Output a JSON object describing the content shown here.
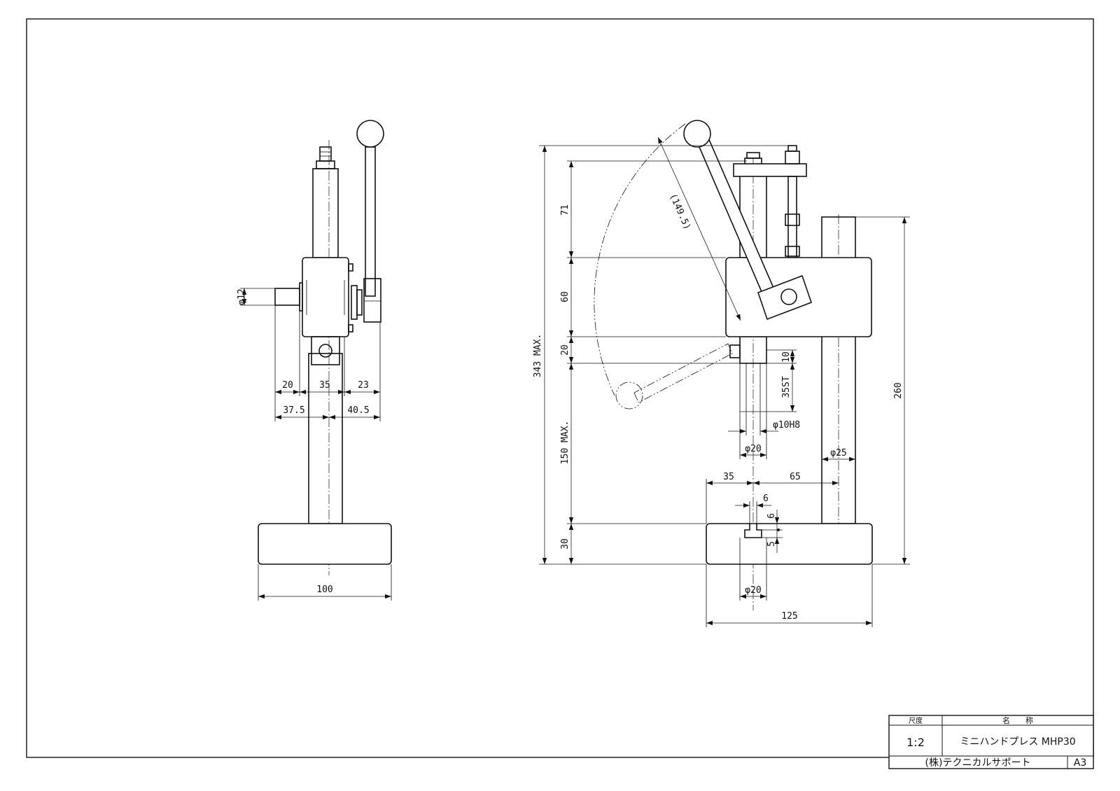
{
  "drawing": {
    "side_view": {
      "dims": {
        "d_shaft": "φ12",
        "w_left": "20",
        "w_mid": "35",
        "w_right": "23",
        "w_left_total": "37.5",
        "w_right_total": "40.5",
        "base_width": "100"
      }
    },
    "front_view": {
      "dims": {
        "h_total": "343  MAX.",
        "h_top": "71",
        "h_block": "60",
        "h_gap": "20",
        "h_stroke_range": "150 MAX.",
        "h_base": "30",
        "h_column": "260",
        "lever_radius": "(149.5)",
        "d_10": "10",
        "stroke": "35ST",
        "d_ram_bore": "φ10H8",
        "d_ram": "φ20",
        "d_column": "φ25",
        "off_left": "35",
        "off_right": "65",
        "slot_w": "6",
        "slot_h1": "6",
        "slot_h2": "5",
        "d_base_hole": "φ20",
        "base_width": "125"
      }
    }
  },
  "title_block": {
    "scale_label": "尺度",
    "name_label": "名　　称",
    "scale_value": "1:2",
    "name_value": "ミニハンドプレス  MHP30",
    "company": "(株)テクニカルサポート",
    "sheet_size": "A3"
  }
}
